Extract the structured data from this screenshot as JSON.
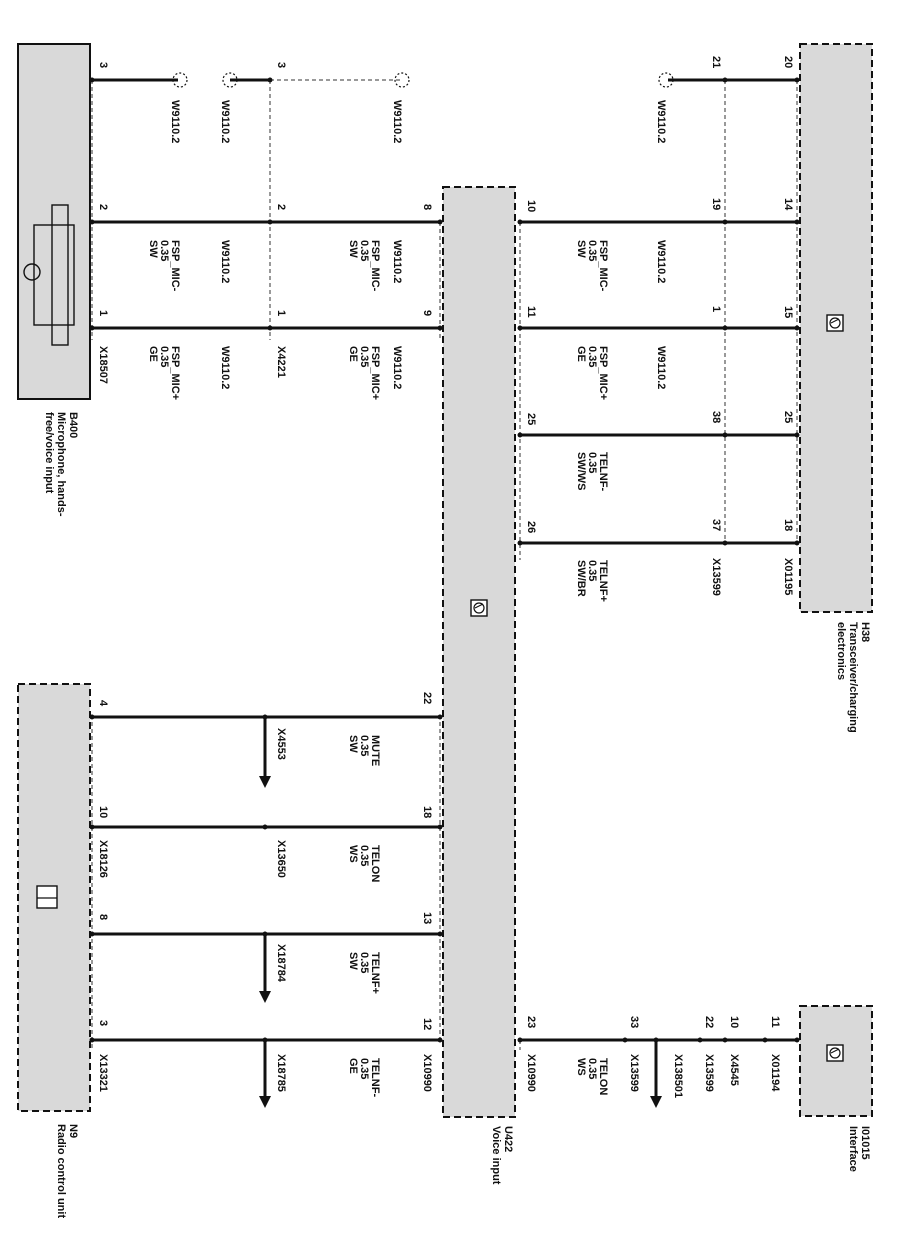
{
  "components": {
    "b400": {
      "id": "B400",
      "line1": "Microphone, hands-",
      "line2": "free/voice input"
    },
    "h38": {
      "id": "H38",
      "line1": "Transceiver/charging",
      "line2": "electronics"
    },
    "i01015": {
      "id": "I01015",
      "line1": "Interface"
    },
    "u422": {
      "id": "U422",
      "line1": "Voice input"
    },
    "n9": {
      "id": "N9",
      "line1": "Radio control unit"
    }
  },
  "connectors": {
    "x18507": "X18507",
    "x4221": "X4221",
    "x01195": "X01195",
    "x13599_a": "X13599",
    "x01194": "X01194",
    "x4545": "X4545",
    "x13599_b": "X13599",
    "x138501": "X138501",
    "x13599_c": "X13599",
    "x10990_a": "X10990",
    "x10990_b": "X10990",
    "x18126": "X18126",
    "x13321": "X13321",
    "x4553": "X4553",
    "x13650": "X13650",
    "x18784": "X18784",
    "x18785": "X18785"
  },
  "splices": {
    "w1": "W9110.2",
    "w2": "W9110.2",
    "w3": "W9110.2",
    "w4": "W9110.2",
    "w5": "W9110.2",
    "w6": "W9110.2",
    "w7": "W9110.2",
    "w8": "W9110.2",
    "w9": "W9110.2",
    "w10": "W9110.2"
  },
  "pins": {
    "b400_3": "3",
    "b400_2": "2",
    "b400_1": "1",
    "x4221_3": "3",
    "x4221_2": "2",
    "x4221_1": "1",
    "u422_8": "8",
    "u422_9": "9",
    "u422_10": "10",
    "u422_11": "11",
    "u422_25": "25",
    "u422_26": "26",
    "x13599_21": "21",
    "x13599_19": "19",
    "x13599_1": "1",
    "x13599_38": "38",
    "x13599_37": "37",
    "h38_20": "20",
    "h38_14": "14",
    "h38_15": "15",
    "h38_25": "25",
    "h38_18": "18",
    "u422_22": "22",
    "u422_18": "18",
    "u422_13": "13",
    "u422_12": "12",
    "u422_23": "23",
    "n9_4": "4",
    "n9_10": "10",
    "n9_8": "8",
    "n9_3": "3",
    "i_11": "11",
    "i_10": "10",
    "i_22": "22",
    "i_33": "33"
  },
  "wires": {
    "mic_minus_a": {
      "name": "FSP_MIC-",
      "size": "0.35",
      "color": "SW"
    },
    "mic_plus_a": {
      "name": "FSP_MIC+",
      "size": "0.35",
      "color": "GE"
    },
    "mic_minus_b": {
      "name": "FSP_MIC-",
      "size": "0.35",
      "color": "SW"
    },
    "mic_plus_b": {
      "name": "FSP_MIC+",
      "size": "0.35",
      "color": "GE"
    },
    "mic_minus_c": {
      "name": "FSP_MIC-",
      "size": "0.35",
      "color": "SW"
    },
    "mic_plus_c": {
      "name": "FSP_MIC+",
      "size": "0.35",
      "color": "GE"
    },
    "telnf_minus_u": {
      "name": "TELNF-",
      "size": "0.35",
      "color": "SW/WS"
    },
    "telnf_plus_u": {
      "name": "TELNF+",
      "size": "0.35",
      "color": "SW/BR"
    },
    "mute": {
      "name": "MUTE",
      "size": "0.35",
      "color": "SW"
    },
    "telon_n9": {
      "name": "TELON",
      "size": "0.35",
      "color": "WS"
    },
    "telnf_plus_n9": {
      "name": "TELNF+",
      "size": "0.35",
      "color": "SW"
    },
    "telnf_minus_n9": {
      "name": "TELNF-",
      "size": "0.35",
      "color": "GE"
    },
    "telon_i": {
      "name": "TELON",
      "size": "0.35",
      "color": "WS"
    }
  },
  "icons": {
    "h38": "transceiver-symbol-icon",
    "u422": "voice-input-symbol-icon",
    "i01015": "interface-symbol-icon",
    "n9": "radio-unit-symbol-icon",
    "b400": "microphone-symbol-icon"
  }
}
